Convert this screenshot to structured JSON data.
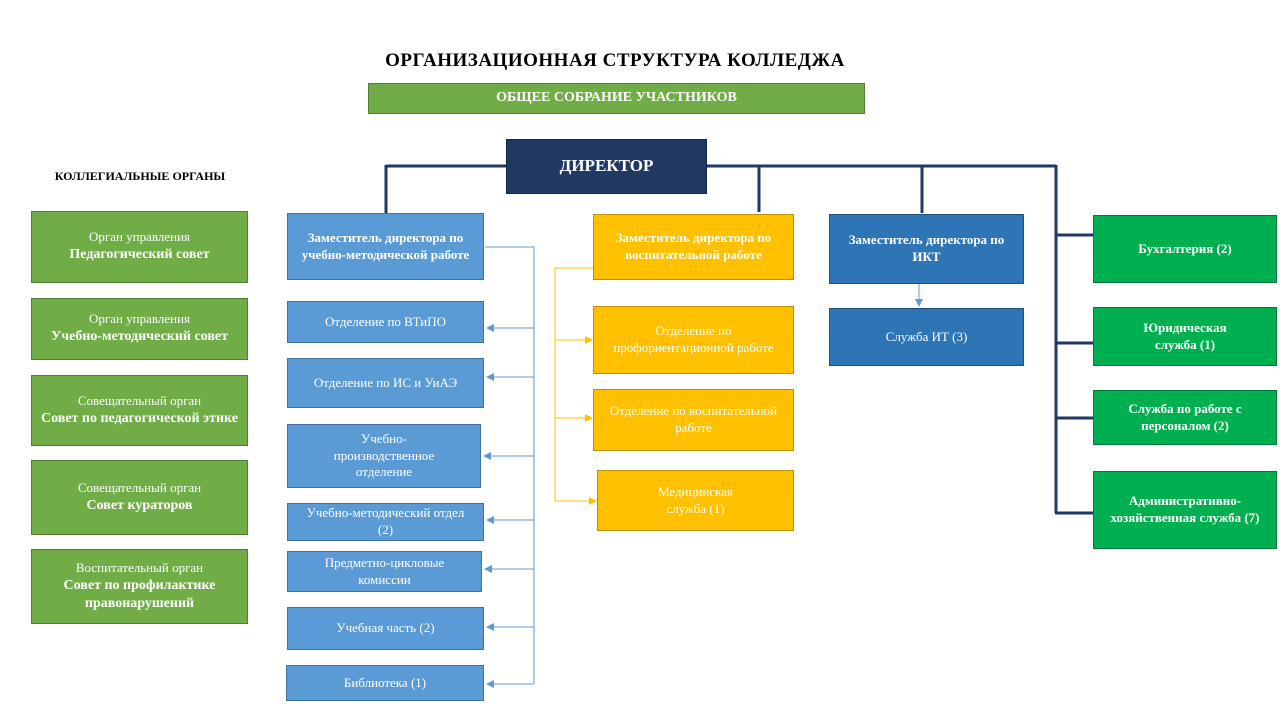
{
  "title": "ОРГАНИЗАЦИОННАЯ  СТРУКТУРА  КОЛЛЕДЖА",
  "assembly": "ОБЩЕЕ СОБРАНИЕ  УЧАСТНИКОВ",
  "director": "ДИРЕКТОР",
  "collegial": {
    "title": "КОЛЛЕГИАЛЬНЫЕ   ОРГАНЫ",
    "items": [
      {
        "label": "Орган управления",
        "name": "Педагогический совет"
      },
      {
        "label": "Орган управления",
        "name": "Учебно-методический совет"
      },
      {
        "label": "Совещательный орган",
        "name": "Совет по педагогической этике"
      },
      {
        "label": "Совещательный орган",
        "name": "Совет кураторов"
      },
      {
        "label": "Воспитательный орган",
        "name": "Совет по профилактике правонарушений"
      }
    ]
  },
  "deputy_academic": {
    "title": "Заместитель директора по учебно-методической работе",
    "units": [
      "Отделение по ВТиПО",
      "Отделение по ИС и УиАЭ",
      "Учебно-производственное отделение",
      "Учебно-методический отдел (2)",
      "Предметно-цикловые комиссии",
      "Учебная часть (2)",
      "Библиотека (1)"
    ]
  },
  "deputy_upbringing": {
    "title": "Заместитель директора по воспитательной работе",
    "units": [
      "Отделение по профориентационной работе",
      "Отделение по воспитательной работе",
      "Медицинская служба (1)"
    ]
  },
  "deputy_ict": {
    "title": "Заместитель директора по ИКТ",
    "units": [
      "Служба ИТ (3)"
    ]
  },
  "services": [
    "Бухгалтерия (2)",
    "Юридическая служба (1)",
    "Служба по работе с персоналом (2)",
    "Административно-хозяйственная служба (7)"
  ],
  "colors": {
    "navy": "#1F3864",
    "green": "#70AD47",
    "bright_green": "#00B050",
    "blue": "#5B9BD5",
    "dark_blue": "#2E75B6",
    "gold": "#FFC000"
  }
}
